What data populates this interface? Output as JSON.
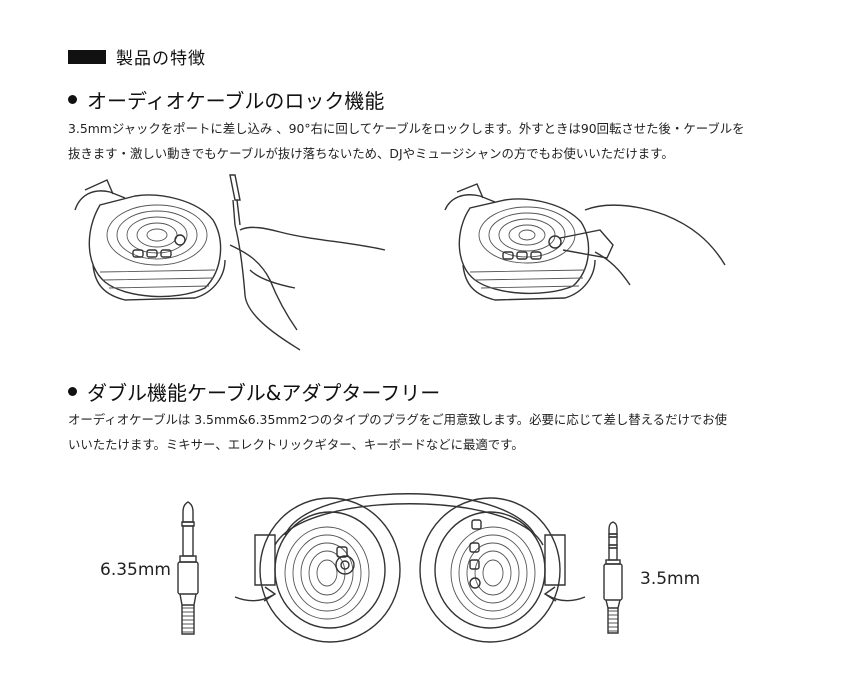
{
  "section": {
    "title": "製品の特徴"
  },
  "features": [
    {
      "title": "オーディオケーブルのロック機能",
      "lines": [
        "3.5mmジャックをポートに差し込み 、90°右に回してケーブルをロックします。外すときは90回転させた後・ケーブルを",
        "抜きます・激しい動きでもケーブルが抜け落ちないため、DJやミュージシャンの方でもお使いいただけます。"
      ]
    },
    {
      "title": "ダブル機能ケーブル&アダプターフリー",
      "lines": [
        "オーディオケーブルは 3.5mm&6.35mm2つのタイプのプラグをご用意致します。必要に応じて差し替えるだけでお使",
        "いいたたけます。ミキサー、エレクトリックギター、キーボードなどに最適です。"
      ]
    }
  ],
  "plug_labels": {
    "left": "6.35mm",
    "right": "3.5mm"
  }
}
